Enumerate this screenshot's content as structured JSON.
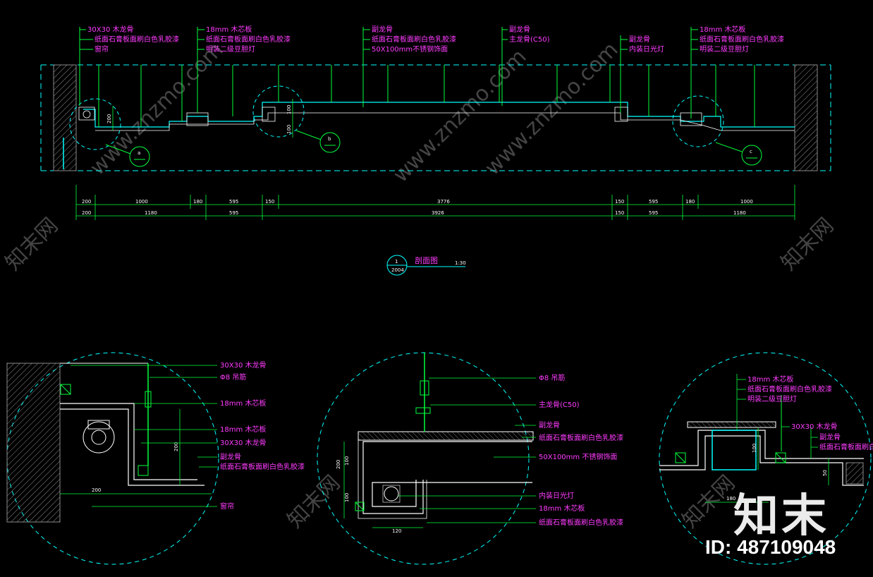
{
  "section": {
    "callouts_top": [
      {
        "lines": [
          "30X30 木龙骨",
          "纸面石膏板面刷白色乳胶漆",
          "窗帘"
        ]
      },
      {
        "lines": [
          "18mm 木芯板",
          "纸面石膏板面刷白色乳胶漆",
          "明装二级豆胆灯"
        ]
      },
      {
        "lines": [
          "副龙骨",
          "纸面石膏板面刷白色乳胶漆",
          "50X100mm不锈钢饰面"
        ]
      },
      {
        "lines": [
          "副龙骨",
          "主龙骨(C50)"
        ]
      },
      {
        "lines": [
          "副龙骨",
          "内装日光灯"
        ]
      },
      {
        "lines": [
          "18mm 木芯板",
          "纸面石膏板面刷白色乳胶漆",
          "明装二级豆胆灯"
        ]
      }
    ],
    "marks": [
      "a",
      "b",
      "c"
    ],
    "dims_row1": [
      "200",
      "1000",
      "180",
      "595",
      "150",
      "3776",
      "150",
      "595",
      "180",
      "1000"
    ],
    "dims_row2": [
      "200",
      "1180",
      "595",
      "3926",
      "150",
      "595",
      "1180"
    ],
    "height_200": "200",
    "height_100a": "100",
    "height_100b": "100",
    "title": "剖面图",
    "scale": "1:30",
    "ref_num": "1",
    "ref_sub": "2004"
  },
  "detail_a": {
    "labels": [
      "30X30 木龙骨",
      "Φ8 吊筋",
      "18mm 木芯板",
      "18mm 木芯板",
      "30X30 木龙骨",
      "副龙骨",
      "纸面石膏板面刷白色乳胶漆",
      "窗帘"
    ],
    "dim_200_v": "200",
    "dim_200_h": "200"
  },
  "detail_b": {
    "labels": [
      "Φ8 吊筋",
      "主龙骨(C50)",
      "副龙骨",
      "纸面石膏板面刷白色乳胶漆",
      "50X100mm 不锈钢饰面",
      "内装日光灯",
      "18mm 木芯板",
      "纸面石膏板面刷白色乳胶漆"
    ],
    "dim_200": "200",
    "dim_100a": "100",
    "dim_100b": "100",
    "dim_120": "120"
  },
  "detail_c": {
    "labels": [
      "18mm 木芯板",
      "纸面石膏板面刷白色乳胶漆",
      "明装二级豆胆灯",
      "30X30 木龙骨",
      "副龙骨",
      "纸面石膏板面刷白色乳胶漆"
    ],
    "dim_100": "100",
    "dim_50": "50",
    "dim_180": "180"
  },
  "watermark_text": "www.znzmo.com",
  "watermark_cn": "知末网",
  "brand": "知末",
  "image_id": "ID: 487109048",
  "colors": {
    "background": "#000000",
    "line_green": "#00ff3c",
    "line_cyan": "#00ffff",
    "text_magenta": "#ff3cff",
    "dim_white": "#ffffff",
    "hatch": "#8a8a8a"
  }
}
